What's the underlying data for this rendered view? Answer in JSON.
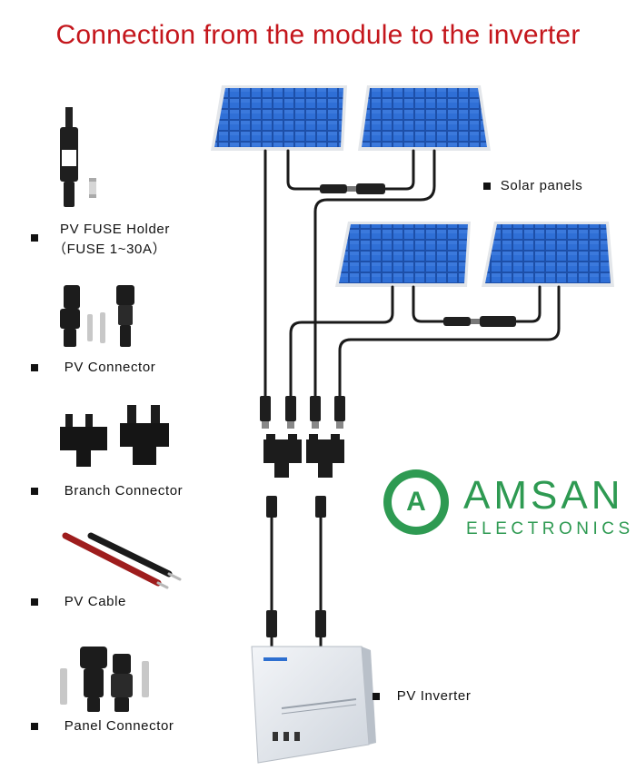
{
  "title": "Connection from the module to the inverter",
  "labels": {
    "solar_panels": "Solar panels",
    "fuse_holder_line1": "PV FUSE Holder",
    "fuse_holder_line2": "（FUSE 1~30A）",
    "pv_connector": "PV Connector",
    "branch_connector": "Branch Connector",
    "pv_cable": "PV Cable",
    "panel_connector": "Panel Connector",
    "pv_inverter": "PV Inverter"
  },
  "logo": {
    "mark": "A",
    "wordmark": "AMSAN",
    "tagline": "ELECTRONICS"
  },
  "colors": {
    "title": "#c4161c",
    "panel_cell": "#1f5fbf",
    "panel_frame": "#d9dde3",
    "logo": "#2e9a52"
  }
}
